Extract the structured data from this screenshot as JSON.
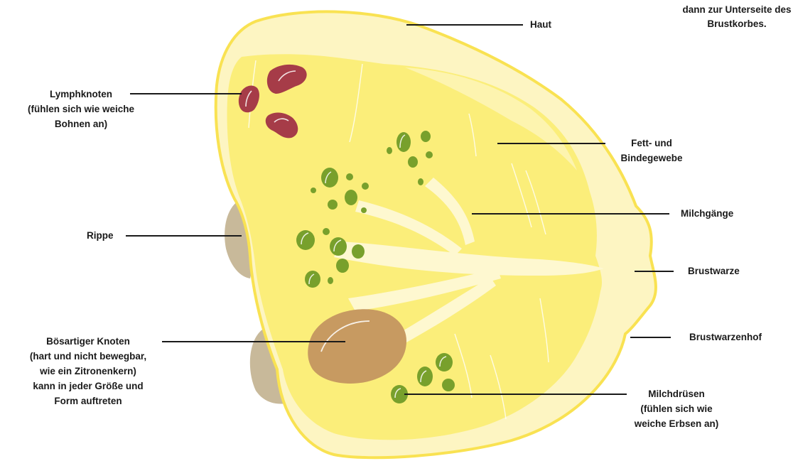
{
  "labels": {
    "note": [
      "dann zur Unterseite des",
      "Brustkorbes."
    ],
    "haut": [
      "Haut"
    ],
    "lymphknoten": [
      "Lymphknoten",
      "(fühlen sich wie weiche",
      "Bohnen an)"
    ],
    "fett": [
      "Fett- und",
      "Bindegewebe"
    ],
    "rippe": [
      "Rippe"
    ],
    "milchgaenge": [
      "Milchgänge"
    ],
    "brustwarze": [
      "Brustwarze"
    ],
    "brustwarzenhof": [
      "Brustwarzenhof"
    ],
    "knoten": [
      "Bösartiger Knoten",
      "(hart und nicht bewegbar,",
      "wie ein Zitronenkern)",
      "kann in jeder Größe und",
      "Form auftreten"
    ],
    "milchdruesen": [
      "Milchdrüsen",
      "(fühlen sich wie",
      "weiche Erbsen an)"
    ]
  },
  "colors": {
    "skin_outer": "#fdf5c2",
    "tissue": "#fbee7a",
    "outline": "#f9e252",
    "ducts": "#fef8d0",
    "rib": "#c8b99a",
    "lymph": "#a63c48",
    "gland": "#78a02c",
    "tumor": "#c79a61",
    "text": "#1a1a1a"
  }
}
